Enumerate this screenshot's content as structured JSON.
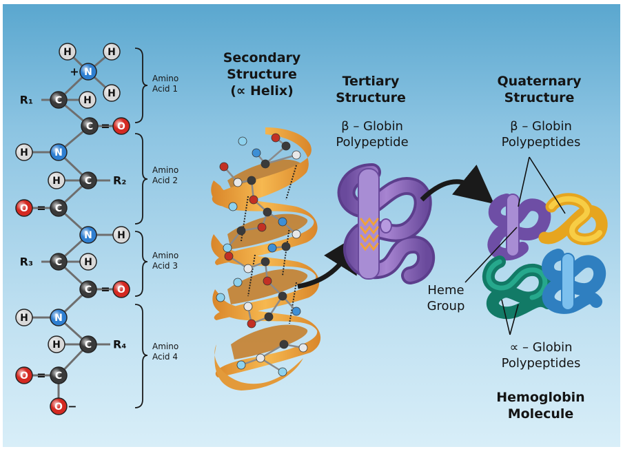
{
  "amino_acid_labels": [
    [
      "Amino",
      "Acid 1"
    ],
    [
      "Amino",
      "Acid 2"
    ],
    [
      "Amino",
      "Acid 3"
    ],
    [
      "Amino",
      "Acid 4"
    ]
  ],
  "chain_groups": [
    "R₁",
    "R₂",
    "R₃",
    "R₄"
  ],
  "chain_atoms": {
    "hydrogen": "H",
    "nitrogen": "N",
    "carbon": "C",
    "oxygen": "O",
    "amino_charge": "+",
    "terminal_charge": "−",
    "double_bond": "="
  },
  "secondary": {
    "title_line1": "Secondary",
    "title_line2": "Structure",
    "title_line3": "(∝ Helix)"
  },
  "tertiary": {
    "title_line1": "Tertiary",
    "title_line2": "Structure",
    "label_line1": "β – Globin",
    "label_line2": "Polypeptide"
  },
  "quaternary": {
    "title_line1": "Quaternary",
    "title_line2": "Structure",
    "beta_line1": "β – Globin",
    "beta_line2": "Polypeptides",
    "heme_line1": "Heme",
    "heme_line2": "Group",
    "alpha_line1": "∝ – Globin",
    "alpha_line2": "Polypeptides",
    "molecule_line1": "Hemoglobin",
    "molecule_line2": "Molecule"
  },
  "colors": {
    "hydrogen": "#d9d9d9",
    "nitrogen": "#2f7fd1",
    "carbon": "#3a3a3a",
    "oxygen": "#d42a22",
    "helix_ribbon": "#f1a536",
    "purple_globin": "#8a62b7",
    "yellow_globin": "#f2bd2a",
    "green_globin": "#1a8f78",
    "blue_globin": "#3a98d8"
  }
}
